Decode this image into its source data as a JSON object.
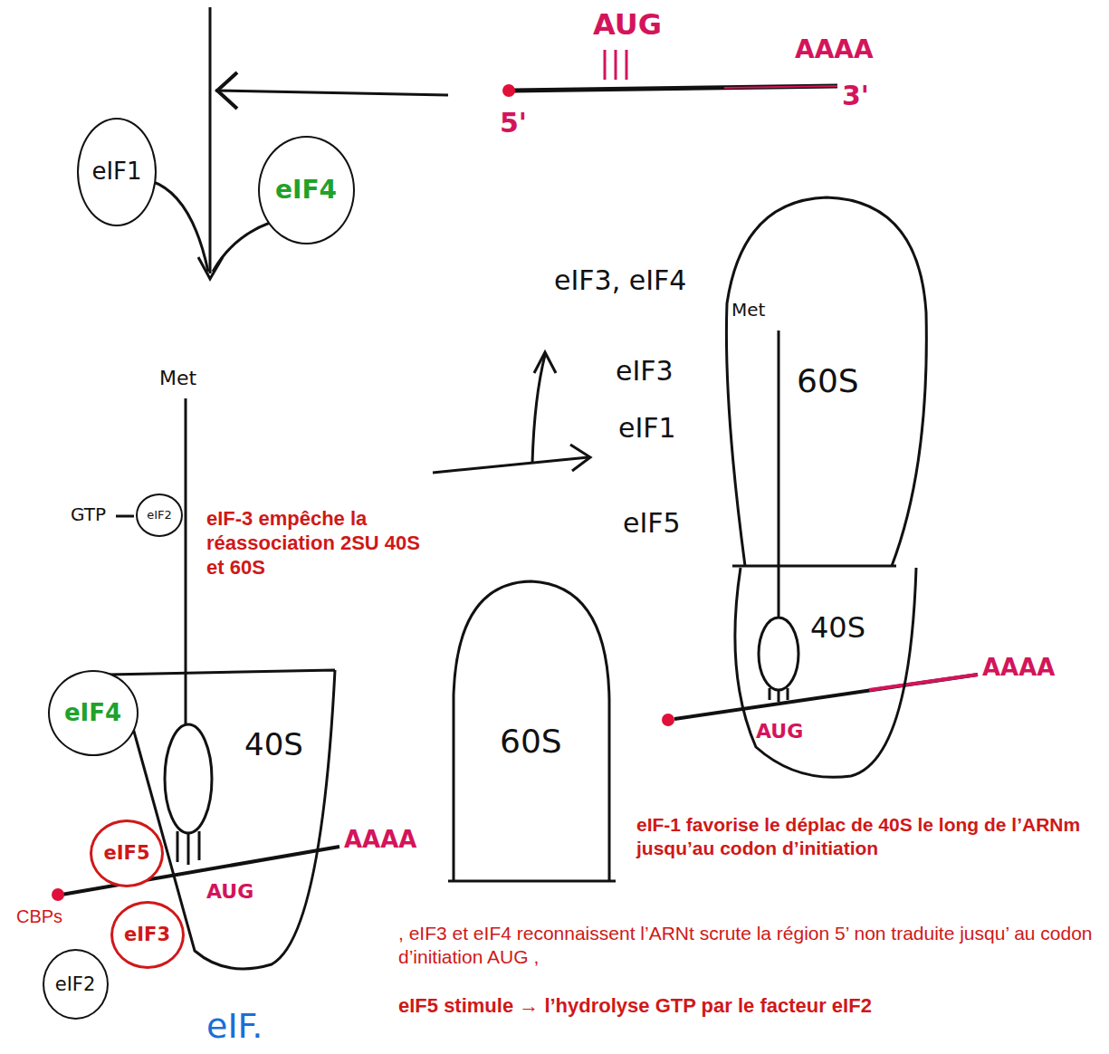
{
  "diagram": {
    "nodes": [
      {
        "text": [
          "eIF1"
        ]
      },
      {
        "text": [
          "eIF4"
        ]
      },
      {
        "text": [
          "eIF2"
        ]
      },
      {
        "text": [
          "40S"
        ]
      },
      {
        "text": [
          "eIF4"
        ]
      },
      {
        "text": [
          "eIF5"
        ]
      },
      {
        "text": [
          "eIF3"
        ]
      },
      {
        "text": [
          "eIF2"
        ]
      },
      {
        "text": [
          "60S"
        ]
      },
      {
        "text": [
          "60S"
        ]
      },
      {
        "text": [
          "40S"
        ]
      }
    ],
    "labels": [
      "AUG",
      "AAAA",
      "5'",
      "3'",
      "Met",
      "GTP",
      "eIF-3 empêche la réassociation 2SU 40S et 60S",
      "AAAA",
      "CBPs",
      "AUG",
      "eIF.",
      "eIF3, eIF4",
      "eIF3",
      "eIF1",
      "eIF5",
      "Met",
      "AAAA",
      "AUG",
      "eIF-1 favorise le déplac de 40S le long de l’ARNm jusqu’au codon d’initiation",
      ", eIF3 et eIF4 reconnaissent l’ARNt scrute la région 5’ non traduite jusqu’ au codon d’initiation AUG ,",
      "eIF5 stimule → l’hydrolyse GTP par le facteur eIF2"
    ]
  }
}
